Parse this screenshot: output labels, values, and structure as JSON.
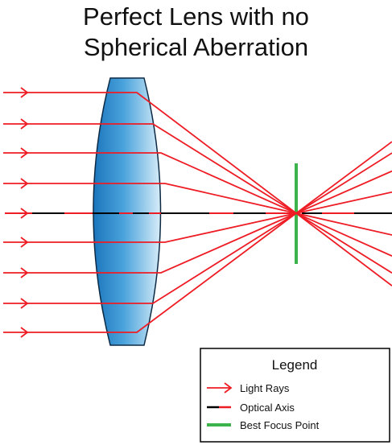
{
  "title": {
    "line1": "Perfect Lens with no",
    "line2": "Spherical Aberration"
  },
  "colors": {
    "ray": "#ee1c24",
    "axis": "#000000",
    "focus": "#3cb44b",
    "lens_dark": "#1b75bb",
    "lens_light": "#d7ecf8",
    "lens_edge": "#0d2a45"
  },
  "legend": {
    "title": "Legend",
    "items": [
      {
        "label": "Light Rays",
        "kind": "ray"
      },
      {
        "label": "Optical Axis",
        "kind": "axis"
      },
      {
        "label": "Best Focus Point",
        "kind": "focus"
      }
    ]
  }
}
